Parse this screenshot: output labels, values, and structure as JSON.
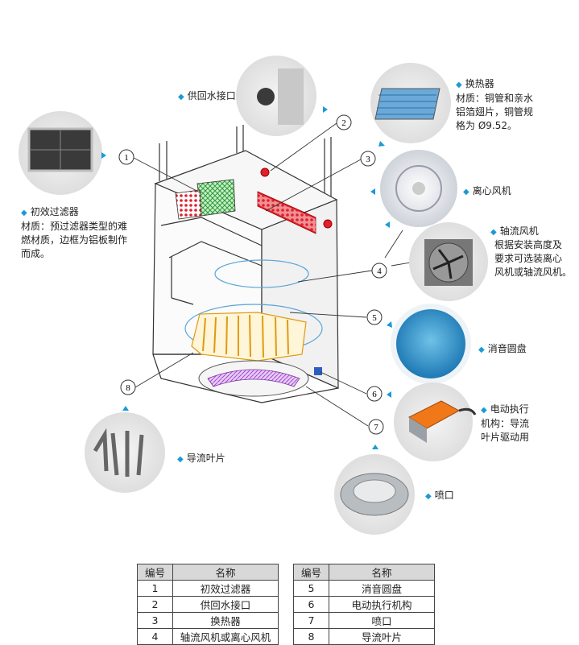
{
  "callouts": [
    {
      "id": "c1",
      "number": "1"
    },
    {
      "id": "c2",
      "number": "2"
    },
    {
      "id": "c3",
      "number": "3"
    },
    {
      "id": "c4",
      "number": "4"
    },
    {
      "id": "c5",
      "number": "5"
    },
    {
      "id": "c6",
      "number": "6"
    },
    {
      "id": "c7",
      "number": "7"
    },
    {
      "id": "c8",
      "number": "8"
    }
  ],
  "labels": {
    "water_connection": "供回水接口",
    "heat_exchanger": "换热器",
    "heat_exchanger_desc": [
      "材质：铜管和亲水",
      "铝箔翅片，铜管规",
      "格为 Ø9.52。"
    ],
    "centrifugal_fan": "离心风机",
    "axial_fan": "轴流风机",
    "axial_fan_desc": [
      "根据安装高度及",
      "要求可选装离心",
      "风机或轴流风机。"
    ],
    "silencer_disc": "消音圆盘",
    "actuator": "电动执行",
    "actuator_desc": [
      "机构：导流",
      "叶片驱动用"
    ],
    "nozzle": "喷口",
    "guide_vanes": "导流叶片",
    "primary_filter": "初效过滤器",
    "primary_filter_desc": [
      "材质：预过滤器类型的难",
      "燃材质，边框为铝板制作",
      "而成。"
    ]
  },
  "table": {
    "headers": [
      "编号",
      "名称"
    ],
    "left": [
      {
        "num": "1",
        "name": "初效过滤器"
      },
      {
        "num": "2",
        "name": "供回水接口"
      },
      {
        "num": "3",
        "name": "换热器"
      },
      {
        "num": "4",
        "name": "轴流风机或离心风机"
      }
    ],
    "right": [
      {
        "num": "5",
        "name": "消音圆盘"
      },
      {
        "num": "6",
        "name": "电动执行机构"
      },
      {
        "num": "7",
        "name": "喷口"
      },
      {
        "num": "8",
        "name": "导流叶片"
      }
    ]
  },
  "colors": {
    "accent": "#1a9ad6",
    "heat_red": "#e0202a",
    "filter_green": "#3aa64a",
    "vane_orange": "#f0b020",
    "nozzle_purple": "#a44ad0"
  }
}
